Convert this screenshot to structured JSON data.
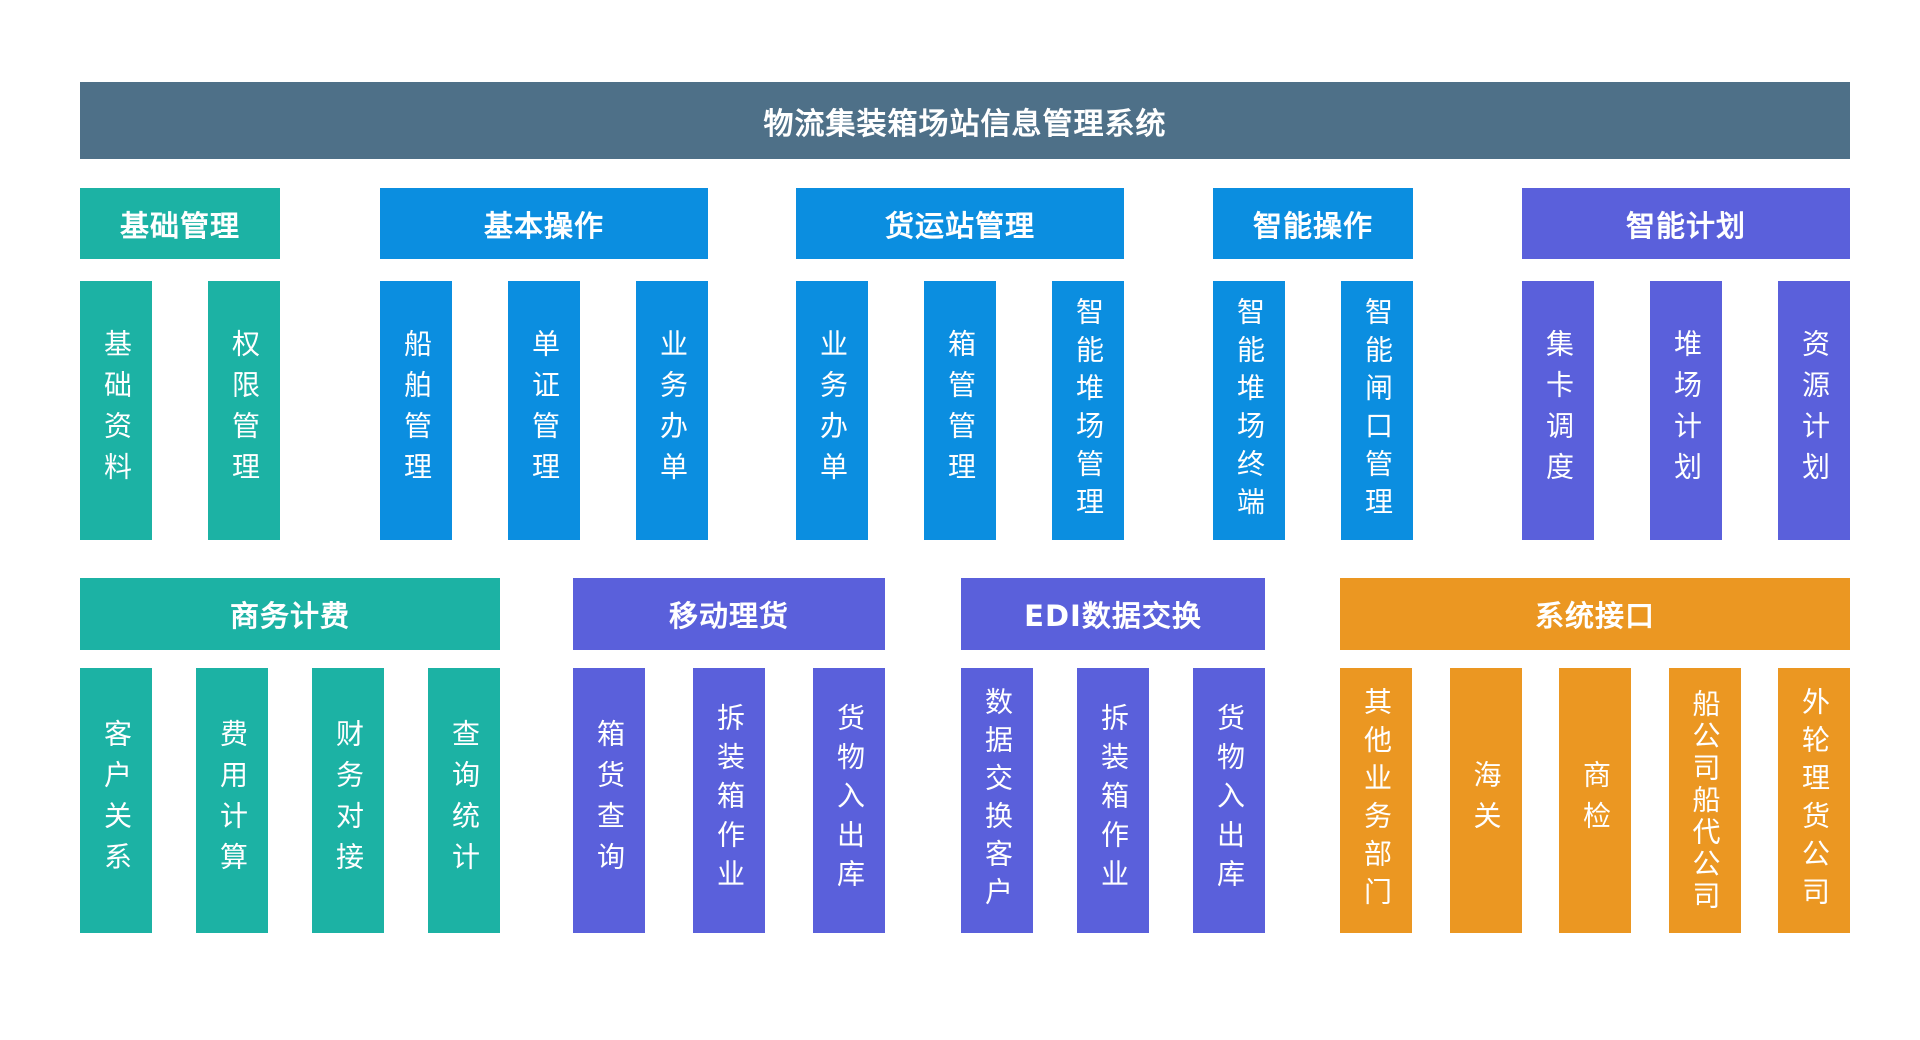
{
  "title": "物流集装箱场站信息管理系统",
  "colors": {
    "title_bar": "#4E7088",
    "teal": "#1CB2A4",
    "blue": "#0B8EE0",
    "purple": "#5A60DB",
    "orange": "#EB9722",
    "text": "#FFFFFF",
    "background": "#FFFFFF"
  },
  "groups": [
    {
      "label": "基础管理",
      "color": "teal",
      "items": [
        "基础资料",
        "权限管理"
      ]
    },
    {
      "label": "基本操作",
      "color": "blue",
      "items": [
        "船舶管理",
        "单证管理",
        "业务办单"
      ]
    },
    {
      "label": "货运站管理",
      "color": "blue",
      "items": [
        "业务办单",
        "箱管管理",
        "智能堆场管理"
      ]
    },
    {
      "label": "智能操作",
      "color": "blue",
      "items": [
        "智能堆场终端",
        "智能闸口管理"
      ]
    },
    {
      "label": "智能计划",
      "color": "purple",
      "items": [
        "集卡调度",
        "堆场计划",
        "资源计划"
      ]
    },
    {
      "label": "商务计费",
      "color": "teal",
      "items": [
        "客户关系",
        "费用计算",
        "财务对接",
        "查询统计"
      ]
    },
    {
      "label": "移动理货",
      "color": "purple",
      "items": [
        "箱货查询",
        "拆装箱作业",
        "货物入出库"
      ]
    },
    {
      "label": "EDI数据交换",
      "color": "purple",
      "items": [
        "数据交换客户",
        "拆装箱作业",
        "货物入出库"
      ]
    },
    {
      "label": "系统接口",
      "color": "orange",
      "items": [
        "其他业务部门",
        "海关",
        "商检",
        "船公司船代公司",
        "外轮理货公司"
      ]
    }
  ]
}
